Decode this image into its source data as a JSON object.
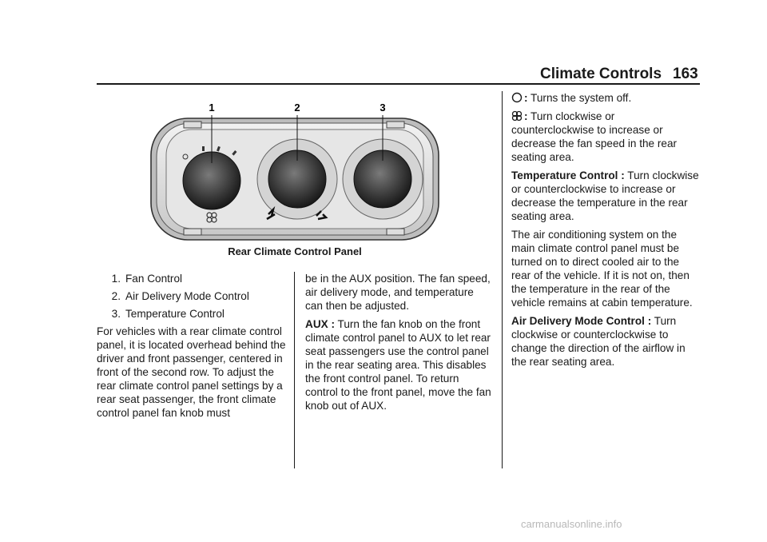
{
  "header": {
    "title": "Climate Controls",
    "page_number": "163"
  },
  "figure": {
    "callouts": [
      "1",
      "2",
      "3"
    ],
    "caption": "Rear Climate Control Panel"
  },
  "legend": [
    {
      "num": "1.",
      "label": "Fan Control"
    },
    {
      "num": "2.",
      "label": "Air Delivery Mode Control"
    },
    {
      "num": "3.",
      "label": "Temperature Control"
    }
  ],
  "col1": {
    "p1": "For vehicles with a rear climate control panel, it is located overhead behind the driver and front passenger, centered in front of the second row. To adjust the rear climate control panel settings by a rear seat passenger, the front climate control panel fan knob must"
  },
  "col2": {
    "p1": "be in the AUX position. The fan speed, air delivery mode, and temperature can then be adjusted.",
    "aux_label": "AUX :",
    "aux_text": " Turn the fan knob on the front climate control panel to AUX to let rear seat passengers use the control panel in the rear seating area. This disables the front control panel. To return control to the front panel, move the fan knob out of AUX."
  },
  "col3": {
    "off_icon": "off-circle-icon",
    "off_label": ":",
    "off_text": " Turns the system off.",
    "fan_icon": "fan-icon",
    "fan_label": ":",
    "fan_text": " Turn clockwise or counterclockwise to increase or decrease the fan speed in the rear seating area.",
    "temp_label": "Temperature Control :",
    "temp_text": " Turn clockwise or counterclockwise to increase or decrease the temperature in the rear seating area.",
    "ac_text": "The air conditioning system on the main climate control panel must be turned on to direct cooled air to the rear of the vehicle. If it is not on, then the temperature in the rear of the vehicle remains at cabin temperature.",
    "mode_label": "Air Delivery Mode Control :",
    "mode_text": " Turn clockwise or counterclockwise to change the direction of the airflow in the rear seating area."
  },
  "footer": {
    "watermark": "carmanualsonline.info"
  }
}
